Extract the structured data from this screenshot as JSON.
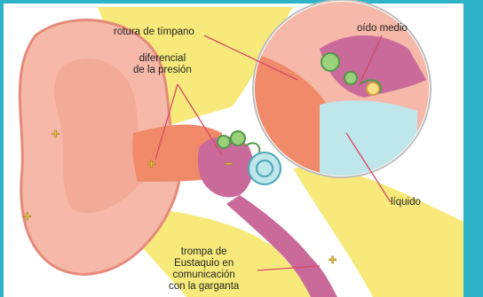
{
  "labels": {
    "eardrum_rupture": "rotura de tímpano",
    "middle_ear": "oído medio",
    "pressure_difference": [
      "diferencial",
      "de la presión"
    ],
    "liquid": "líquido",
    "eustachian_tube": [
      "trompa de",
      "Eustaquio en",
      "comunicación",
      "con la garganta"
    ]
  },
  "signs": {
    "plus": "+",
    "minus": "−"
  },
  "colors": {
    "background": "#ffffff",
    "frame_teal": "#2fb3c9",
    "skin": "#f6b8a8",
    "skin_dark": "#e58a7a",
    "ear_canal": "#f08a68",
    "yellow_tissue": "#f7ea7a",
    "tube_pink": "#c96a9a",
    "ossicle_green": "#9ad17a",
    "liquid_blue": "#bfe6ea",
    "leader_red": "#d8486a"
  }
}
